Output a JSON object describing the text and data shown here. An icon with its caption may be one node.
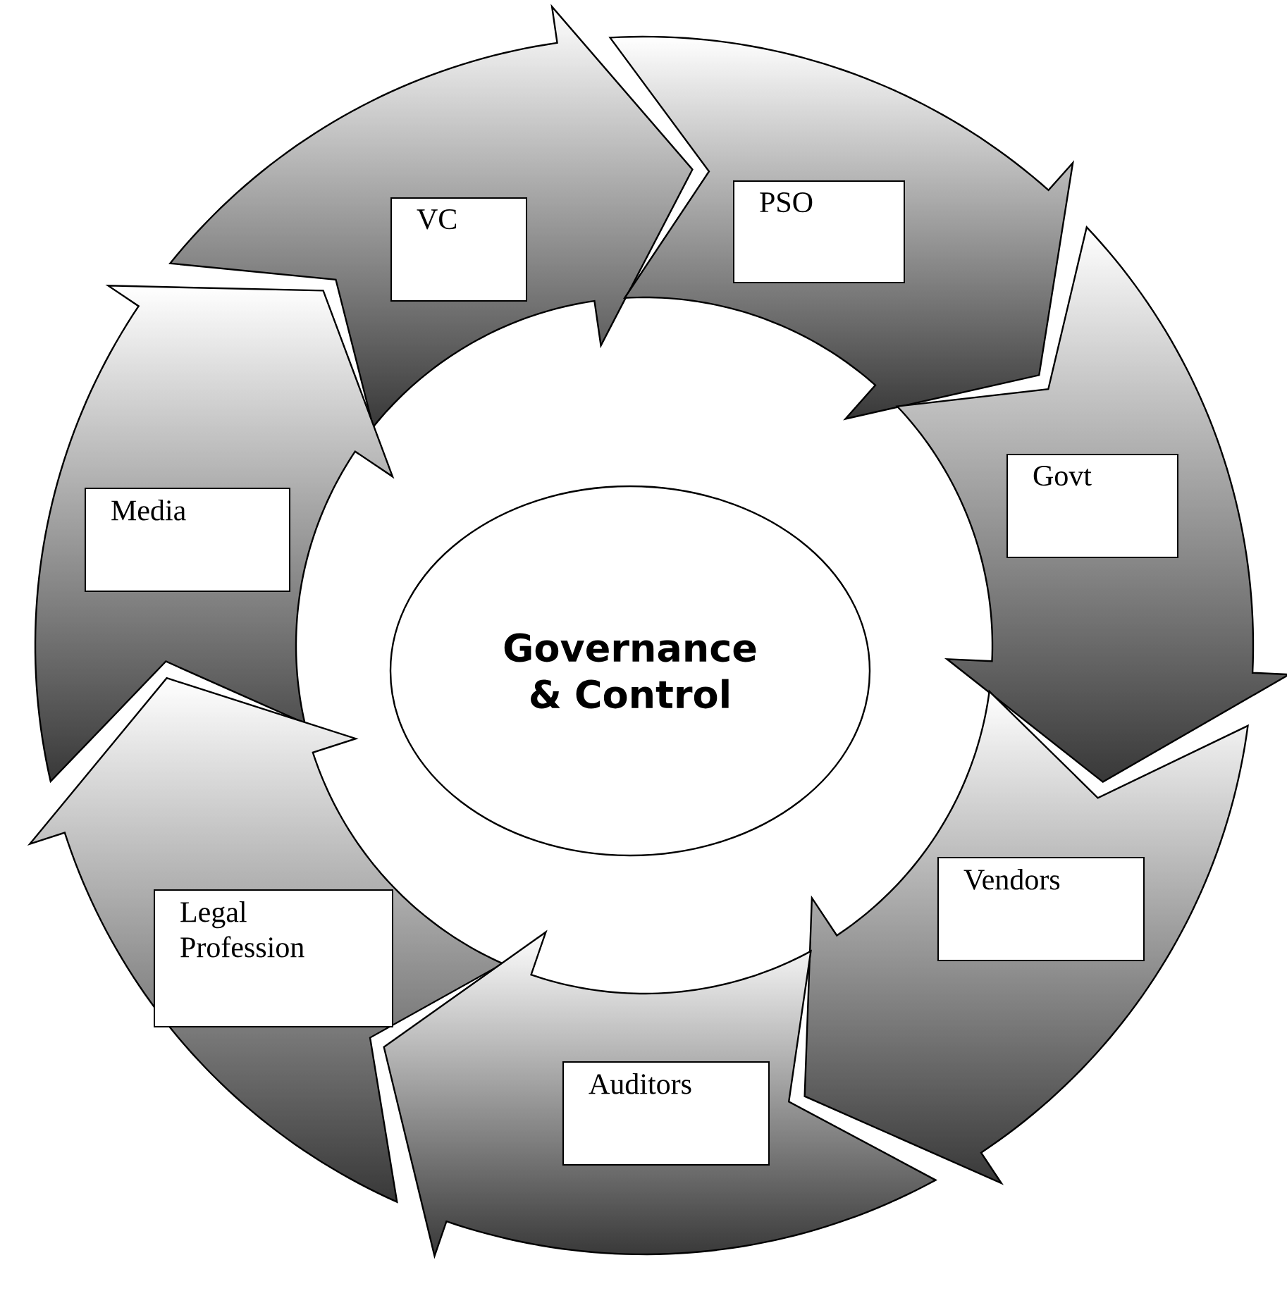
{
  "diagram": {
    "nodes": [
      {
        "text": [],
        "shape": "arrow"
      },
      {
        "text": [
          "VC"
        ],
        "in": 0
      },
      {
        "text": [],
        "shape": "arrow"
      },
      {
        "text": [
          "PSO"
        ],
        "in": 2
      },
      {
        "text": [],
        "shape": "arrow"
      },
      {
        "text": [
          "Media"
        ],
        "in": 4
      },
      {
        "text": [
          "Governance & Control"
        ]
      },
      {
        "text": [],
        "shape": "arrow"
      },
      {
        "text": [
          "Govt"
        ],
        "in": 7
      },
      {
        "text": [],
        "shape": "arrow"
      },
      {
        "text": [
          "Legal Profession"
        ],
        "in": 9
      },
      {
        "text": [],
        "shape": "arrow"
      },
      {
        "text": [
          "Vendors"
        ],
        "in": 11
      },
      {
        "text": [],
        "shape": "arrow"
      },
      {
        "text": [
          "Auditors"
        ],
        "in": 13
      }
    ]
  }
}
